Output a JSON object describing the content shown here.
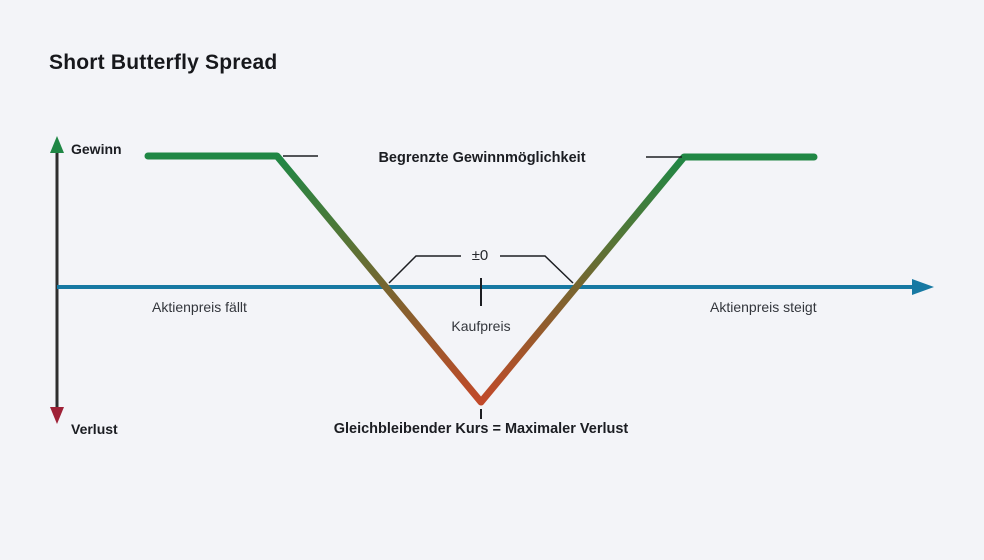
{
  "title": "Short Butterfly Spread",
  "axes": {
    "profit_label": "Gewinn",
    "loss_label": "Verlust",
    "price_falls_label": "Aktienpreis fällt",
    "price_rises_label": "Aktienpreis steigt"
  },
  "annotations": {
    "limited_profit": "Begrenzte Gewinnmöglichkeit",
    "breakeven": "±0",
    "purchase_price": "Kaufpreis",
    "max_loss": "Gleichbleibender Kurs = Maximaler Verlust"
  },
  "colors": {
    "background": "#f3f4f8",
    "profit_green": "#1f8745",
    "green_olive_blend": "#4e7838",
    "mid_olive": "#7a642f",
    "olive_red_blend": "#a3562b",
    "loss_red": "#c1492a",
    "axis_blue": "#1779a3",
    "axis_shaft": "#2e2e2e",
    "down_arrow_red": "#9e2137",
    "callout_black": "#1c1e22"
  }
}
